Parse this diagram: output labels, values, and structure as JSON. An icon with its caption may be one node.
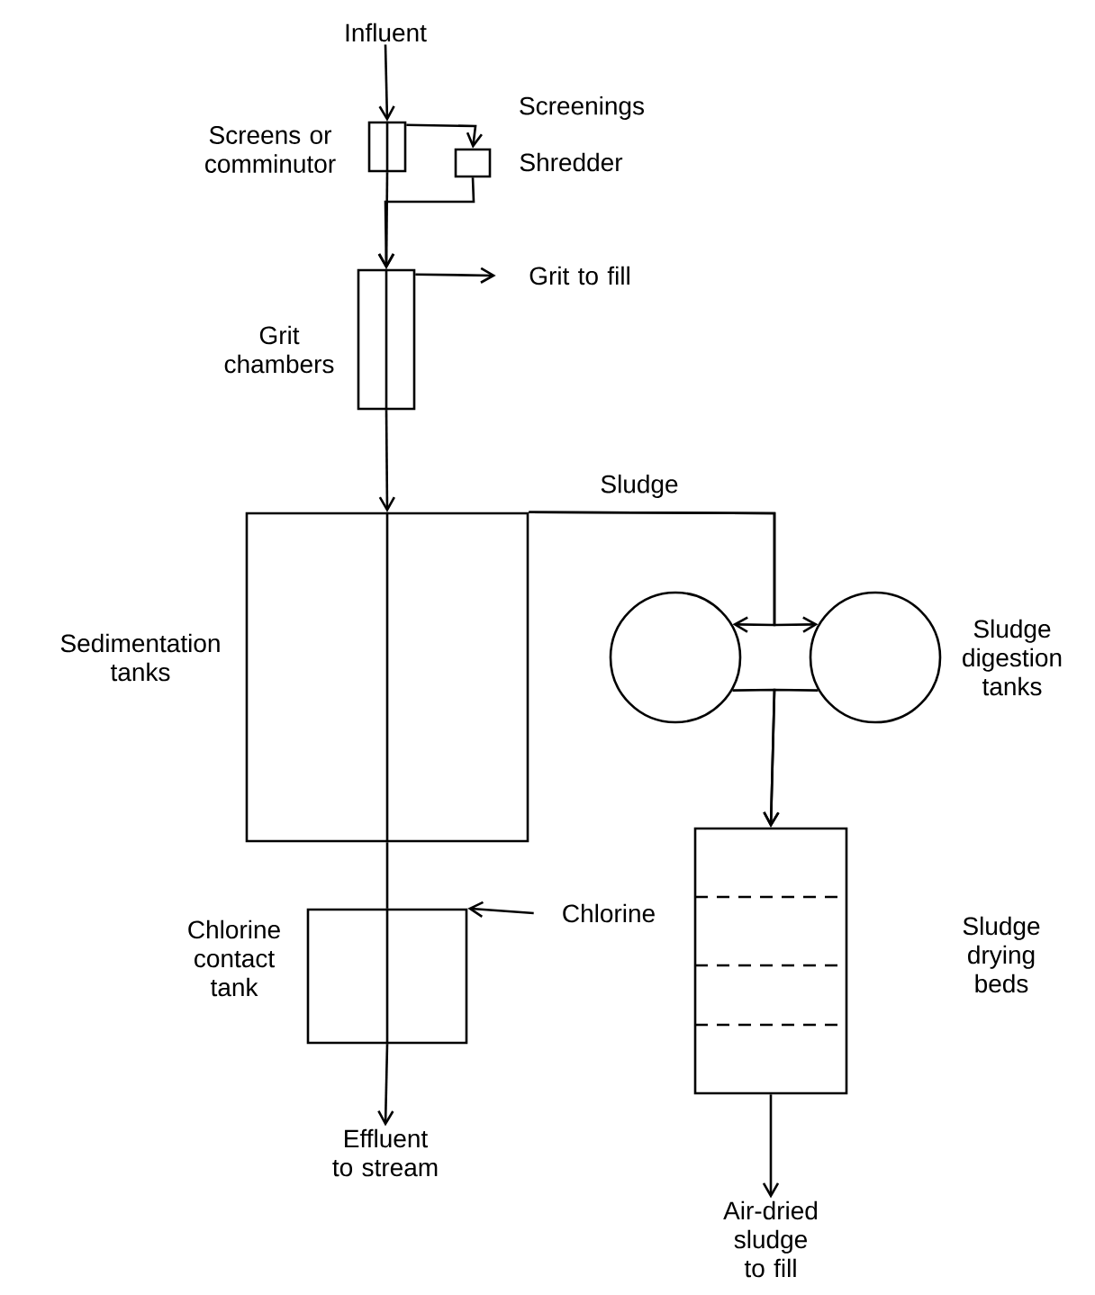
{
  "diagram": {
    "nodes": [
      {
        "text": [
          "Influent"
        ]
      },
      {
        "text": [
          "Screens or comminutor"
        ]
      },
      {
        "text": [
          "Shredder"
        ]
      },
      {
        "text": [
          "Grit chambers"
        ]
      },
      {
        "text": [
          "Grit to fill"
        ]
      },
      {
        "text": [
          "Sedimentation tanks"
        ]
      },
      {
        "text": [],
        "shape": "circle"
      },
      {
        "text": [],
        "shape": "circle",
        "beside": [
          "Sludge digestion tanks"
        ]
      },
      {
        "text": [
          "Sludge drying beds"
        ]
      },
      {
        "text": [
          "Chlorine contact tank"
        ]
      },
      {
        "text": [
          "Chlorine"
        ]
      },
      {
        "text": [
          "Effluent to stream"
        ]
      },
      {
        "text": [
          "Air-dried sludge to fill"
        ]
      }
    ],
    "edges": [
      {
        "from": 0,
        "to": 1,
        "arrow": "to"
      },
      {
        "from": 1,
        "to": 2,
        "arrow": "to",
        "label": "Screenings"
      },
      {
        "from": 2,
        "to": 3,
        "arrow": "to"
      },
      {
        "from": 1,
        "to": 3,
        "arrow": "to"
      },
      {
        "from": 3,
        "to": 4,
        "arrow": "to"
      },
      {
        "from": 3,
        "to": 5,
        "arrow": "to"
      },
      {
        "from": 5,
        "to": 6,
        "arrow": "to",
        "label": "Sludge"
      },
      {
        "from": 5,
        "to": 7,
        "arrow": "to"
      },
      {
        "from": 6,
        "to": 8,
        "arrow": "to"
      },
      {
        "from": 7,
        "to": 8,
        "arrow": "to"
      },
      {
        "from": 5,
        "to": 9,
        "arrow": "none"
      },
      {
        "from": 10,
        "to": 9,
        "arrow": "to"
      },
      {
        "from": 9,
        "to": 11,
        "arrow": "to"
      },
      {
        "from": 8,
        "to": 12,
        "arrow": "to"
      }
    ]
  }
}
